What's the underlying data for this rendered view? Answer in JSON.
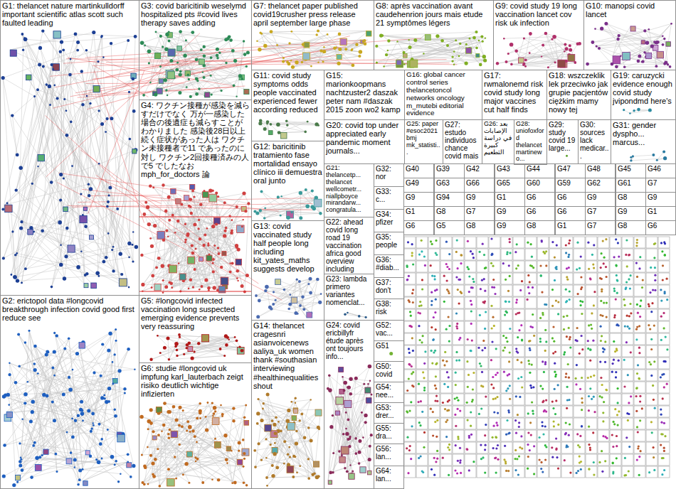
{
  "diagram": {
    "nodes": [
      {
        "text": [
          "G1: thelancet nature martinkulldorff important scientific atlas scott such faulted leading"
        ]
      },
      {
        "text": [
          "G3: covid baricitinib weselymd hospitalized pts #covid lives therapy saves adding"
        ]
      },
      {
        "text": [
          "G7: thelancet paper published covid19crusher press release april september large phase"
        ]
      },
      {
        "text": [
          "G8: après vaccination avant caudehenrion jours mais etude 21 symptômes légers"
        ]
      },
      {
        "text": [
          "G9: covid study 19 long vaccination lancet cov risk uk infection"
        ]
      },
      {
        "text": [
          "G10: manopsi covid lancet"
        ]
      },
      {
        "text": [
          "G4: ワクチン接種が感染を減らすだけでなく 万が一感染した場合の後遺症も減らすことがわかりました 感染後28日以上続く症状があった人は ワクチン未接種者で11 であったのに対し ワクチン2回接種済みの人で5 でしたなお mph_for_doctors 論"
        ]
      },
      {
        "text": [
          "G11: covid study symptoms odds people vaccinated experienced fewer according reduced"
        ]
      },
      {
        "text": [
          "G15: marionkoopmans nachtzuster2 daszak peter nam #daszak 2015 zoon wo2 kamp"
        ]
      },
      {
        "text": [
          "G16: global cancer control series thelancetoncol networks oncology m_mutebi editorial evidence"
        ]
      },
      {
        "text": [
          "G17: rwmalonemd risk covid study long major vaccines cut half finds"
        ]
      },
      {
        "text": [
          "G18: wszczeklik lek przeciwko jak grupie pacjentów ciężkim mamy nowy tej"
        ]
      },
      {
        "text": [
          "G19: caruzycki evidence enough covid study jvipondmd here's"
        ]
      },
      {
        "text": [
          "G20: covid top under appreciated early pandemic moment journals..."
        ]
      },
      {
        "text": [
          "G25: paper #esoc2021 bmj mk_statisti..."
        ]
      },
      {
        "text": [
          "G27: estudo individuos chance covid mais"
        ]
      },
      {
        "text": [
          "G26: بعد الإصابات في دراسة كبيرة التطعيم"
        ]
      },
      {
        "text": [
          "G28: uniofoxford thelancet martinewo..."
        ]
      },
      {
        "text": [
          "G29: study covid 19 large..."
        ]
      },
      {
        "text": [
          "G30: sources lack medicar..."
        ]
      },
      {
        "text": [
          "G31: gender dyspho... marcus..."
        ]
      },
      {
        "text": [
          "G12: baricitinib tratamiento fase mortalidad ensayo clínico iii demuestra oral junto"
        ]
      },
      {
        "text": [
          "G21: thelancetp... thelancet wellcometr... niallpboyce mirandarw... congratula..."
        ]
      },
      {
        "text": [
          "G22: ahead covid long road 19 vaccination africa good overview including"
        ]
      },
      {
        "text": [
          "G23: lambda primero variantes nomenclat..."
        ]
      },
      {
        "text": [
          "G24: covid ericbillyfr étude après ont toujours info..."
        ]
      },
      {
        "text": [
          "G13: covid vaccinated study half people long including kit_yates_maths suggests develop"
        ]
      },
      {
        "text": [
          "G14: thelancet cragesnri asianvoicenews aaliya_uk women thank #southasian interviewing #healthinequalities shout"
        ]
      },
      {
        "text": [
          "G2: erictopol data #longcovid breakthrough infection covid good first reduce see"
        ]
      },
      {
        "text": [
          "G5: #longcovid infected vaccination long suspected emerging evidence prevents very reassuring"
        ]
      },
      {
        "text": [
          "G6: studie #longcovid uk impfung karl_lauterbach zeigt risiko deutlich wichtige infizierten"
        ]
      },
      {
        "text": [
          "G32: nor"
        ]
      },
      {
        "text": [
          "G33: c..."
        ]
      },
      {
        "text": [
          "G34: pfizer"
        ]
      },
      {
        "text": [
          "G35: people"
        ]
      },
      {
        "text": [
          "G36: #diab..."
        ]
      },
      {
        "text": [
          "G37: don't"
        ]
      },
      {
        "text": [
          "G38: risk"
        ]
      },
      {
        "text": [
          "G52: vac..."
        ]
      },
      {
        "text": [
          "G51"
        ]
      },
      {
        "text": [
          "G50: covid"
        ]
      },
      {
        "text": [
          "G54: nee..."
        ]
      },
      {
        "text": [
          "G53: drer..."
        ]
      },
      {
        "text": [
          "G55: dra..."
        ]
      },
      {
        "text": [
          "G56: lan..."
        ]
      },
      {
        "text": [
          "G64: lan..."
        ]
      },
      {
        "text": [
          "G40"
        ]
      },
      {
        "text": [
          "G39"
        ]
      },
      {
        "text": [
          "G42"
        ]
      },
      {
        "text": [
          "G43"
        ]
      },
      {
        "text": [
          "G44"
        ]
      },
      {
        "text": [
          "G47"
        ]
      },
      {
        "text": [
          "G48"
        ]
      },
      {
        "text": [
          "G45"
        ]
      },
      {
        "text": [
          "G46"
        ]
      },
      {
        "text": [
          "G49"
        ]
      },
      {
        "text": [
          "G63"
        ]
      },
      {
        "text": [
          "G66"
        ]
      },
      {
        "text": [
          "G65"
        ]
      },
      {
        "text": [
          "G60"
        ]
      },
      {
        "text": [
          "G59"
        ]
      },
      {
        "text": [
          "G62"
        ]
      },
      {
        "text": [
          "G61"
        ]
      },
      {
        "text": [
          "G7"
        ]
      },
      {
        "text": [
          "G9"
        ]
      },
      {
        "text": [
          "G94"
        ]
      },
      {
        "text": [
          "G9"
        ]
      },
      {
        "text": [
          "G1"
        ]
      },
      {
        "text": [
          "G6"
        ]
      },
      {
        "text": [
          "G6"
        ]
      },
      {
        "text": [
          "G9"
        ]
      },
      {
        "text": [
          "G8"
        ]
      },
      {
        "text": [
          "G9"
        ]
      },
      {
        "text": [
          "G1"
        ]
      },
      {
        "text": [
          "G8"
        ]
      },
      {
        "text": [
          "G7"
        ]
      },
      {
        "text": [
          "G9"
        ]
      },
      {
        "text": [
          "G6"
        ]
      },
      {
        "text": [
          "G6"
        ]
      },
      {
        "text": [
          "G7"
        ]
      },
      {
        "text": [
          "G9"
        ]
      },
      {
        "text": [
          "G1"
        ]
      },
      {
        "text": [
          "G6"
        ]
      },
      {
        "text": [
          "G5"
        ]
      },
      {
        "text": [
          "G8"
        ]
      },
      {
        "text": [
          "G9"
        ]
      },
      {
        "text": [
          "G8"
        ]
      },
      {
        "text": [
          "G1"
        ]
      },
      {
        "text": [
          "G7"
        ]
      },
      {
        "text": [
          "G8"
        ]
      },
      {
        "text": [
          "G6"
        ]
      }
    ],
    "edges": [
      {
        "from": 0,
        "to": 21,
        "arrow": "none"
      },
      {
        "from": 0,
        "to": 26,
        "arrow": "none"
      }
    ]
  }
}
